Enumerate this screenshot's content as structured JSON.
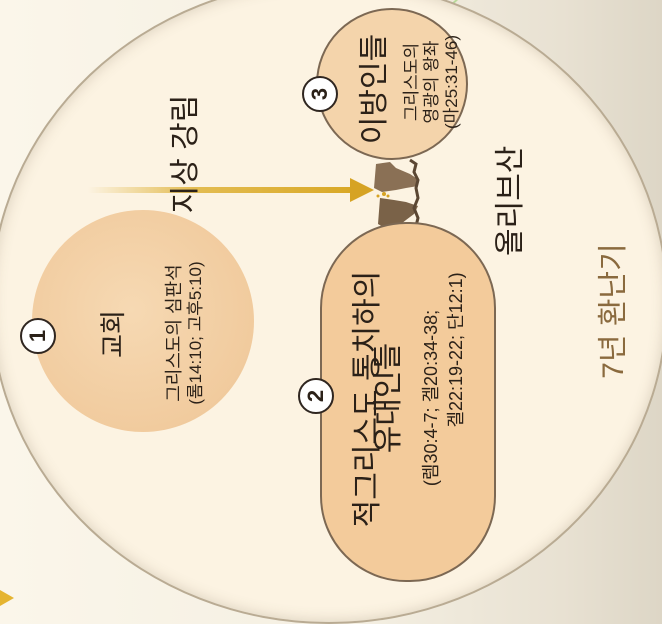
{
  "church": {
    "number": "1",
    "title": "교회",
    "line1": "그리스도의 심판석",
    "line2": "(롬14:10; 고후5:10)"
  },
  "israel": {
    "number": "2",
    "title_line1": "적그리스도 통치하의",
    "title_line2": "유대인들",
    "ref_line1": "(렘30:4-7; 겔20:34-38;",
    "ref_line2": "겔22:19-22; 단12:1)"
  },
  "gentiles": {
    "number": "3",
    "title": "이방인들",
    "line1": "그리스도의",
    "line2": "영광의 왕좌",
    "line3": "(마25:31-46)"
  },
  "arrow_label": "지상 강림",
  "mountain_label": "올리브산",
  "period_label": "7년 환난기",
  "colors": {
    "outer_circle": "#fcf3e2",
    "inner_fill": "#f3cb9b",
    "arrow": "#d9a826",
    "period_text": "#8a6a3e"
  }
}
